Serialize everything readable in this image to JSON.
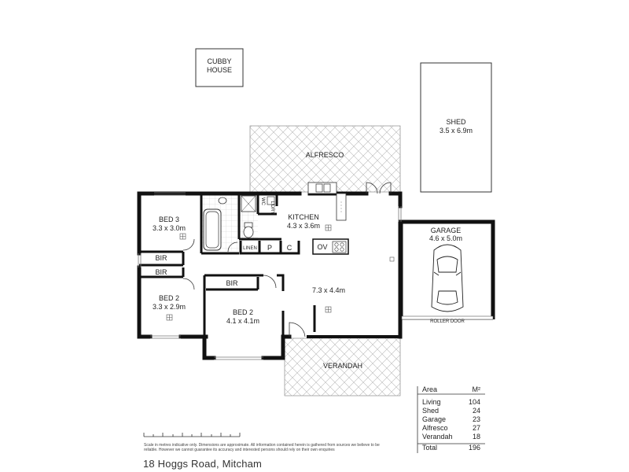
{
  "rooms": {
    "cubby": {
      "line1": "CUBBY",
      "line2": "HOUSE"
    },
    "shed": {
      "name": "SHED",
      "size": "3.5 x 6.9m"
    },
    "alfresco": {
      "name": "ALFRESCO"
    },
    "bed3": {
      "name": "BED 3",
      "size": "3.3 x 3.0m"
    },
    "kitchen": {
      "name": "KITCHEN",
      "size": "4.3 x 3.6m"
    },
    "garage": {
      "name": "GARAGE",
      "size": "4.6 x 5.0m",
      "door": "ROLLER DOOR"
    },
    "bed2_left": {
      "name": "BED 2",
      "size": "3.3 x 2.9m"
    },
    "bed2_main": {
      "name": "BED 2",
      "size": "4.1 x 4.1m"
    },
    "living": {
      "size": "7.3 x 4.4m"
    },
    "verandah": {
      "name": "VERANDAH"
    },
    "bir1": "BIR",
    "bir2": "BIR",
    "bir3": "BIR",
    "linen": "LINEN",
    "pantry": "P",
    "cupboard": "C",
    "oven": "OV",
    "wc": "WC",
    "laundry": "L'DRY"
  },
  "area_table": {
    "header": {
      "label": "Area",
      "unit": "M²"
    },
    "rows": [
      {
        "label": "Living",
        "value": "104"
      },
      {
        "label": "Shed",
        "value": "24"
      },
      {
        "label": "Garage",
        "value": "23"
      },
      {
        "label": "Alfresco",
        "value": "27"
      },
      {
        "label": "Verandah",
        "value": "18"
      }
    ],
    "total": {
      "label": "Total",
      "value": "196"
    }
  },
  "disclaimer": "Scale in metres indicative only. Dimensions are approximate. All information contained herein is gathered from sources we believe to be reliable. However we cannot guarantee its accuracy and interested persons should rely on their own enquiries",
  "address": "18 Hoggs Road, Mitcham",
  "icons": [
    "car-icon",
    "sink-icon",
    "cooktop-icon",
    "bathtub-icon",
    "toilet-icon",
    "vanity-icon",
    "shower-icon"
  ]
}
